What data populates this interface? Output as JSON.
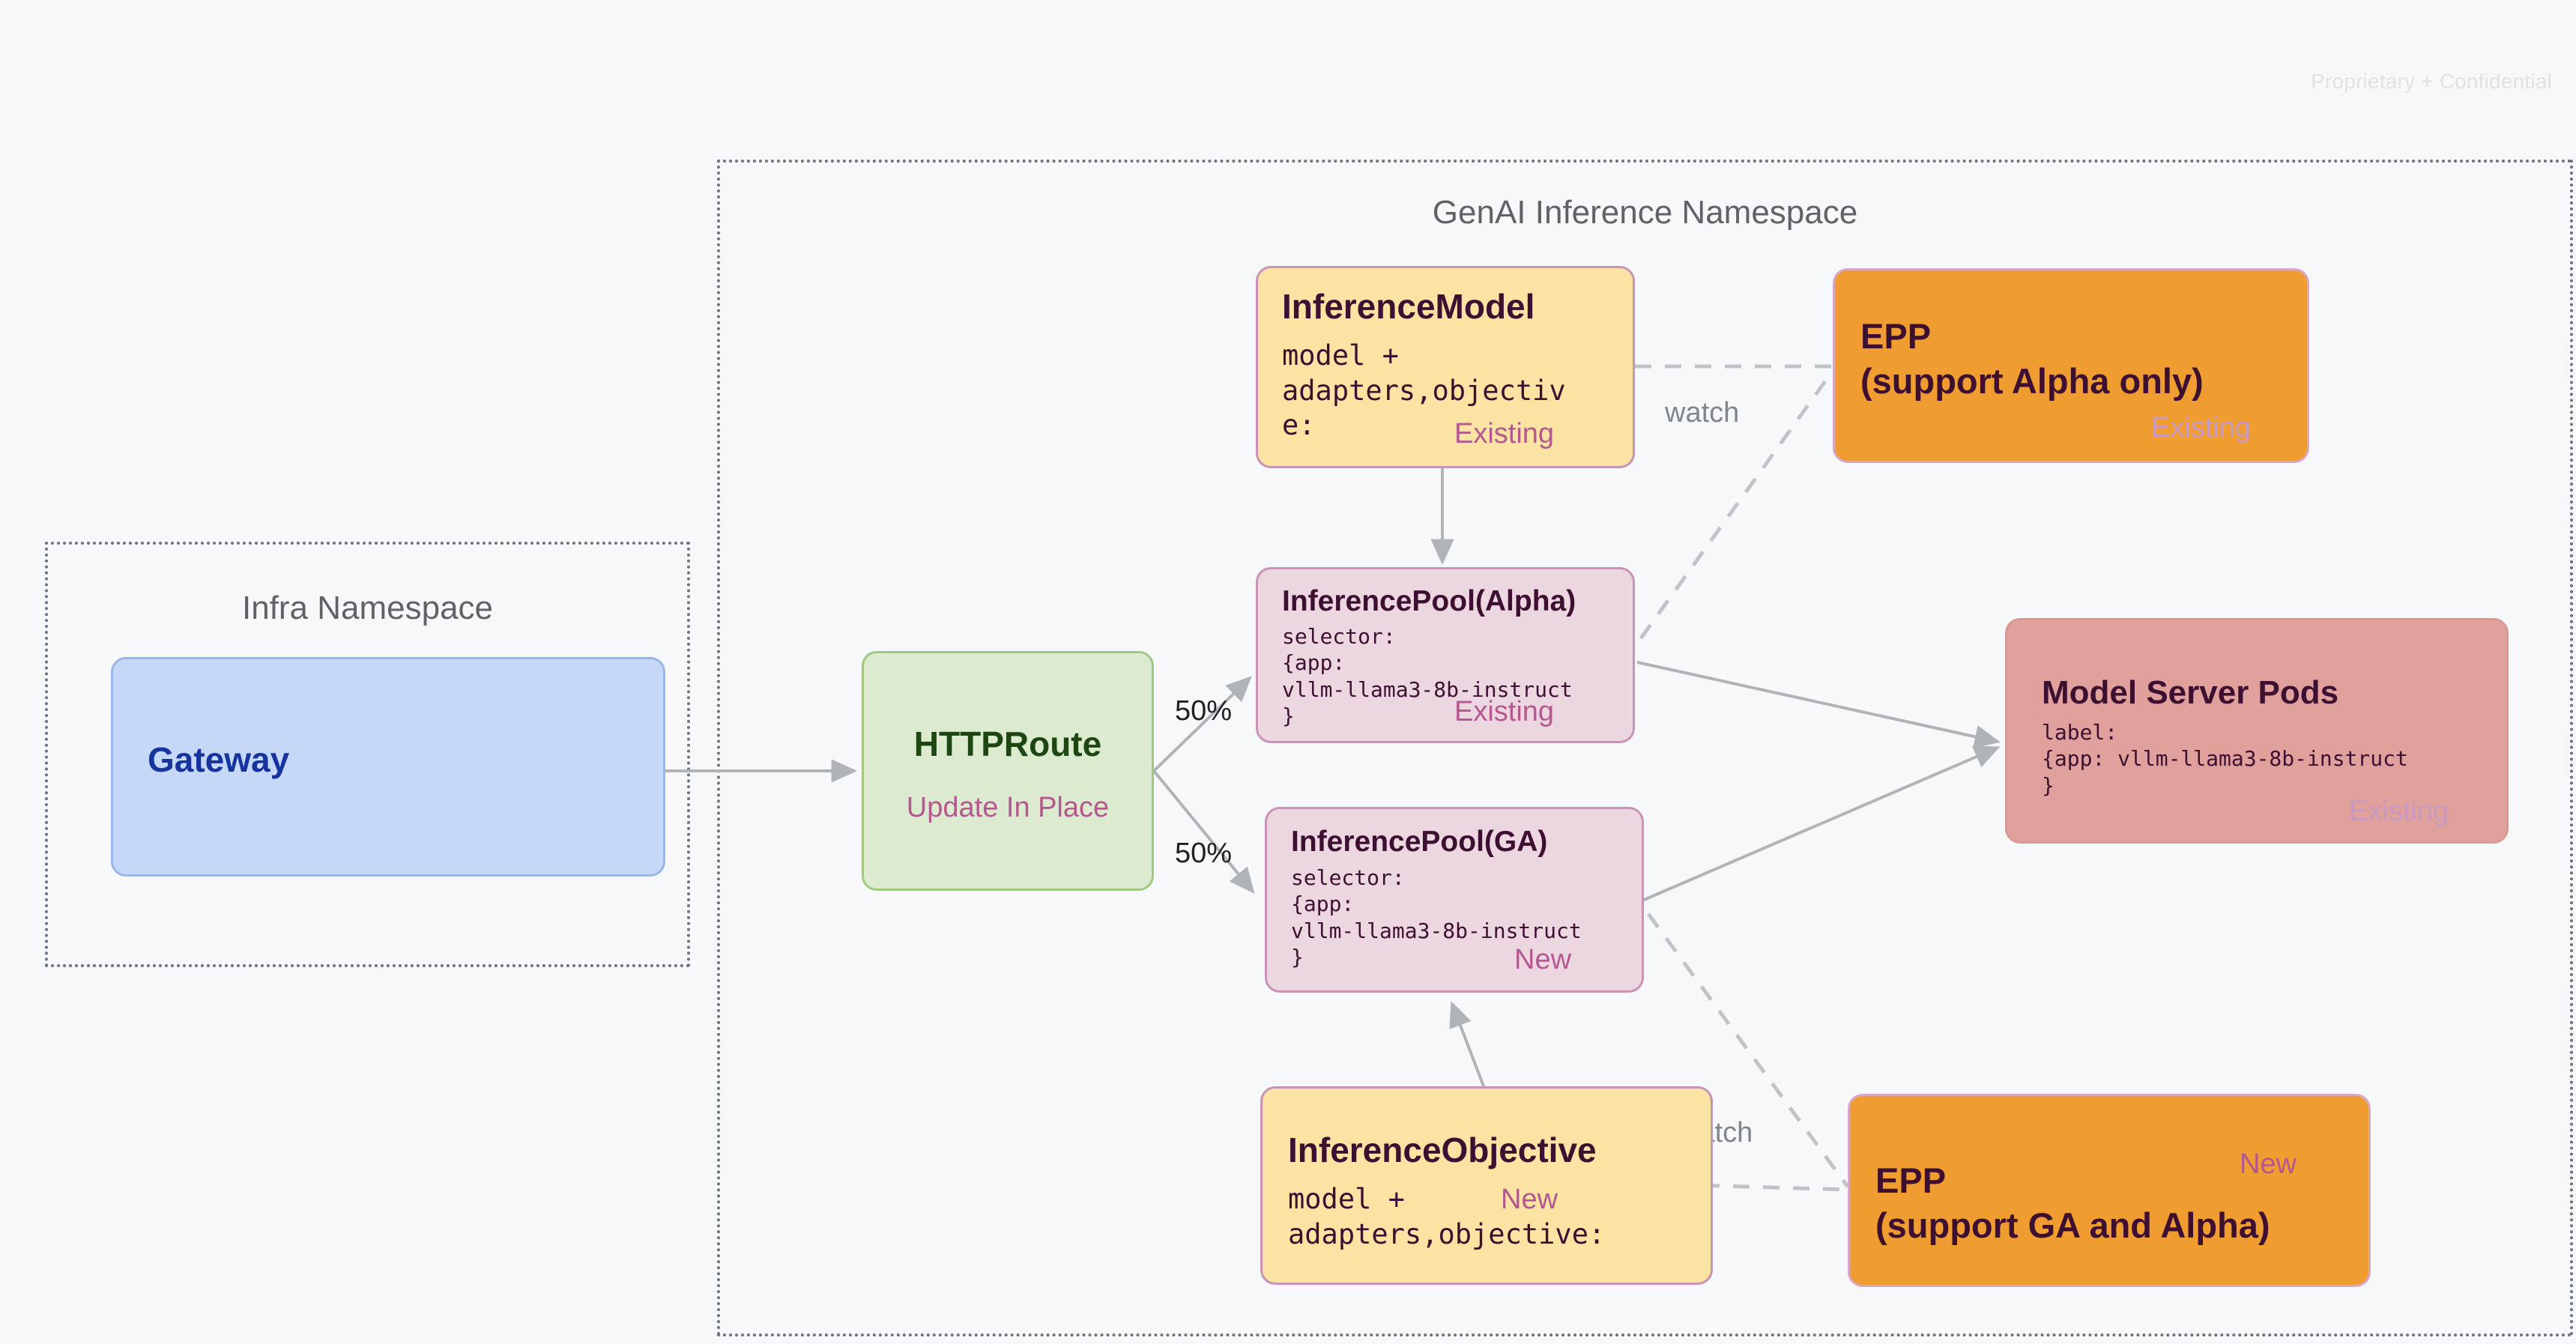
{
  "watermark": "Proprietary + Confidential",
  "namespaces": [
    {
      "id": "infra",
      "title": "Infra Namespace"
    },
    {
      "id": "genai",
      "title": "GenAI Inference Namespace"
    }
  ],
  "nodes": {
    "gateway": {
      "title": "Gateway"
    },
    "httproute": {
      "title": "HTTPRoute",
      "tag": "Update In Place"
    },
    "inference_model": {
      "title": "InferenceModel",
      "body": "model +\nadapters,objectiv\ne:",
      "tag": "Existing"
    },
    "inference_objective": {
      "title": "InferenceObjective",
      "body": "model +\nadapters,objective:",
      "tag": "New"
    },
    "pool_alpha": {
      "title": "InferencePool(Alpha)",
      "body": "selector:\n{app:\nvllm-llama3-8b-instruct\n}",
      "tag": "Existing"
    },
    "pool_ga": {
      "title": "InferencePool(GA)",
      "body": "selector:\n{app:\nvllm-llama3-8b-instruct\n}",
      "tag": "New"
    },
    "epp_alpha": {
      "title": "EPP\n(support Alpha only)",
      "title_line1": "EPP",
      "title_line2": "(support Alpha only)",
      "tag": "Existing"
    },
    "epp_ga": {
      "title_line1": "EPP",
      "title_line2": "(support GA and Alpha)",
      "tag": "New"
    },
    "model_server_pods": {
      "title": "Model Server Pods",
      "body": "label:\n{app: vllm-llama3-8b-instruct\n}",
      "tag": "Existing"
    }
  },
  "edge_labels": {
    "split_top": "50%",
    "split_bottom": "50%",
    "watch_top": "watch",
    "watch_bottom": "watch"
  },
  "colors": {
    "yellow": "#fae3a3",
    "pink": "#ecd6e0",
    "orange": "#ef9d30",
    "red": "#e0a09c",
    "green": "#dcebd0",
    "blue": "#c6d8f7",
    "border_mauve": "#c893b6",
    "tag_pink": "#b4588f",
    "edge_gray": "#b0b3b8",
    "background": "#f7f8fa"
  }
}
